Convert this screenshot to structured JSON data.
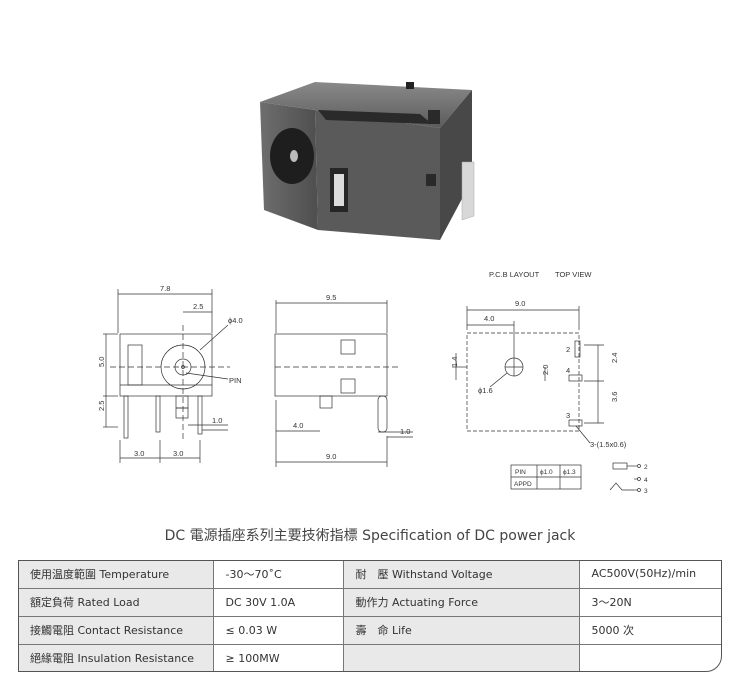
{
  "drawing_labels": {
    "front_width": "7.8",
    "front_offset": "2.5",
    "front_hole": "ϕ4.0",
    "front_height_upper": "5.0",
    "front_height_lower": "2.5",
    "front_pin": "PIN",
    "front_pin_thick": "1.0",
    "front_pitch_left": "3.0",
    "front_pitch_right": "3.0",
    "side_length": "9.5",
    "side_pin_offset": "4.0",
    "side_pin_thick": "1.0",
    "side_bottom_length": "9.0",
    "pcb_title": "P.C.B LAYOUT",
    "pcb_view": "TOP VIEW",
    "pcb_width": "9.0",
    "pcb_offset": "4.0",
    "pcb_hole": "ϕ1.6",
    "pcb_left_dim": "1.4",
    "pcb_mid_dim": "2.0",
    "pcb_right_top": "2.4",
    "pcb_right_bottom": "3.6",
    "pin2": "2",
    "pin4": "4",
    "pin3": "3",
    "pin3_note": "3-(1.5x0.6)",
    "legend_pin": "PIN",
    "legend_d1": "ϕ1.0",
    "legend_d2": "ϕ1.3",
    "legend_appd": "APPD",
    "schem2": "2",
    "schem4": "4",
    "schem3": "3"
  },
  "title": "DC  電源插座系列主要技術指標 Specification of DC power jack",
  "specs": [
    {
      "label": "使用温度範圍 Temperature",
      "value": "-30～70˚C",
      "label2": "耐　壓  Withstand Voltage",
      "value2": "AC500V(50Hz)/min"
    },
    {
      "label": "額定負荷  Rated Load",
      "value": "DC  30V  1.0A",
      "label2": "動作力  Actuating Force",
      "value2": "3～20N"
    },
    {
      "label": "接觸電阻  Contact Resistance",
      "value": "≤ 0.03 W",
      "label2": "壽　命  Life",
      "value2": "5000 次"
    },
    {
      "label": "絕緣電阻  Insulation Resistance",
      "value": "≥ 100MW",
      "label2": "",
      "value2": ""
    }
  ]
}
